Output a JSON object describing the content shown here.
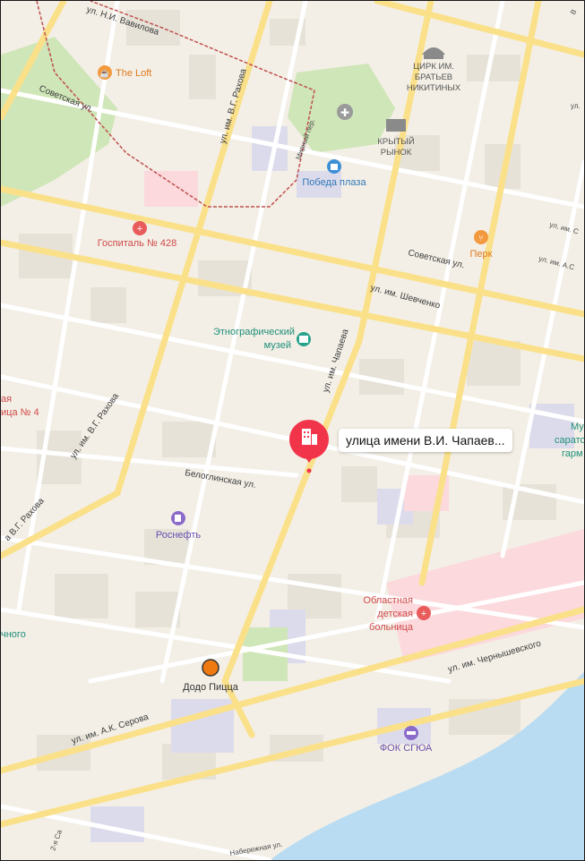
{
  "selected_place": {
    "label": "улица имени В.И. Чапаев...",
    "pin_color": "#f2344b",
    "icon": "building-icon"
  },
  "streets": {
    "vavilova": "ул. Н.И. Вавилова",
    "sovetskaya_w": "Советская ул.",
    "rakhova_top": "ул. им. В.Г. Рахова",
    "mirny": "Мирный пер.",
    "sovetskaya_e": "Советская ул.",
    "shevchenko": "ул. им. Шевченко",
    "chapaeva": "ул. им. Чапаева",
    "rakhova_mid": "ул. им. В.Г. Рахова",
    "rakhova_low": "а В.Г. Рахова",
    "beloglinskaya": "Белоглинская ул.",
    "serova": "ул. им. А.К. Серова",
    "chernyshevskogo": "ул. им. Чернышевского",
    "naberezhnaya": "Набережная ул.",
    "sar": "2-я Са",
    "edge_im_s": "ул. им. С",
    "edge_im_a": "ул. им. А.С",
    "edge_ul": "ул.",
    "edge_v": "В"
  },
  "pois": {
    "the_loft": "The Loft",
    "circus_l1": "ЦИРК ИМ.",
    "circus_l2": "БРАТЬЕВ",
    "circus_l3": "НИКИТИНЫХ",
    "market_l1": "КРЫТЫЙ",
    "market_l2": "РЫНОК",
    "pobeda": "Победа плаза",
    "hospital428": "Госпиталь № 428",
    "perk": "Перк",
    "ethno_l1": "Этнографический",
    "ethno_l2": "музей",
    "rosneft": "Роснефть",
    "child_l1": "Областная",
    "child_l2": "детская",
    "child_l3": "больница",
    "dodo": "Додо Пицца",
    "fok": "ФОК СГЮА",
    "edge_hosp_l1": "ая",
    "edge_hosp_l2": "ица № 4",
    "edge_nnogo": "чного",
    "edge_mu": "Му",
    "edge_sarat": "сарато",
    "edge_garm": "гарм"
  },
  "icons": [
    "cafe-icon",
    "circus-icon",
    "church-icon",
    "market-icon",
    "shopping-icon",
    "hospital-icon",
    "restaurant-icon",
    "museum-icon",
    "fuel-icon",
    "pizza-icon",
    "sports-icon"
  ],
  "colors": {
    "land": "#f3efe6",
    "road_major": "#fbe08a",
    "road_minor": "#ffffff",
    "park": "#cfe6b8",
    "water": "#b9dcf2",
    "building": "#e4e0d6",
    "hospital_zone": "#fbd9dc",
    "restaurant": "#f39a3f",
    "museum": "#27a38c",
    "shop": "#3d8fd6",
    "fuel": "#8b6bc9",
    "medical": "#e85c5c"
  }
}
